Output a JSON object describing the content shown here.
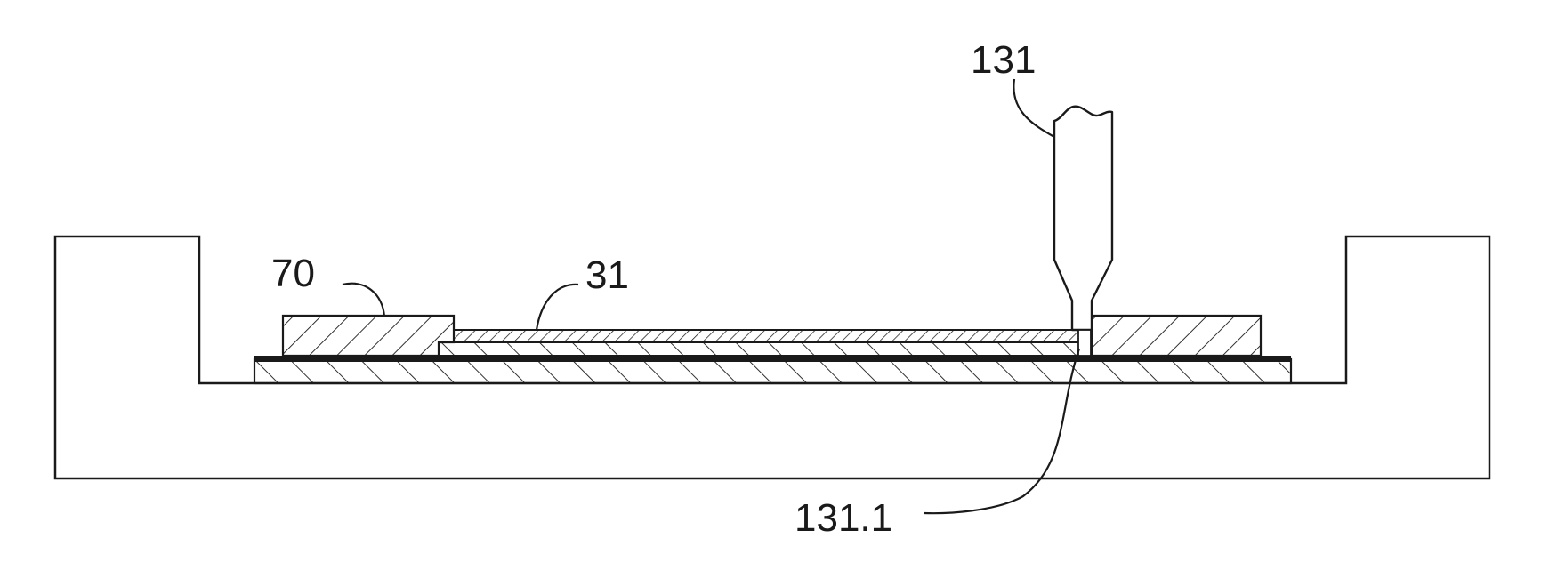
{
  "figure": {
    "labels": {
      "pad_left": "70",
      "layer": "31",
      "tool": "131",
      "tool_tip": "131.1"
    }
  }
}
